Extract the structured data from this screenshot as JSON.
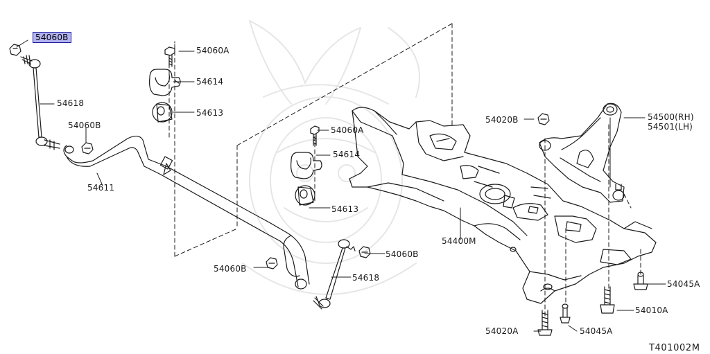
{
  "labels": {
    "p54060B_top": "54060B",
    "p54618_left": "54618",
    "p54060B_left": "54060B",
    "p54611": "54611",
    "p54060A_top": "54060A",
    "p54614_top": "54614",
    "p54613_top": "54613",
    "p54060A_mid": "54060A",
    "p54614_mid": "54614",
    "p54613_mid": "54613",
    "p54060B_right": "54060B",
    "p54060B_bottom": "54060B",
    "p54618_bottom": "54618",
    "p54400M": "54400M",
    "p54020B": "54020B",
    "p54500": "54500(RH)",
    "p54501": "54501(LH)",
    "p54045A_right": "54045A",
    "p54010A": "54010A",
    "p54020A": "54020A",
    "p54045A_bottom": "54045A"
  },
  "diagram_code": "T401002M",
  "colors": {
    "line": "#1a1a1a",
    "highlight_fill": "#b3b3f0",
    "highlight_border": "#1a1a9a",
    "watermark": "#e4e4e4"
  }
}
